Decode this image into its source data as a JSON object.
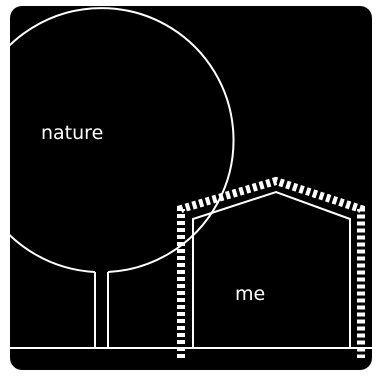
{
  "labels": {
    "tree": "nature",
    "house": "me"
  },
  "colors": {
    "background": "#000000",
    "frame": "#ffffff",
    "lines": "#ffffff"
  },
  "icons": [
    "tree-outline",
    "house-outline",
    "dashed-house-border"
  ]
}
